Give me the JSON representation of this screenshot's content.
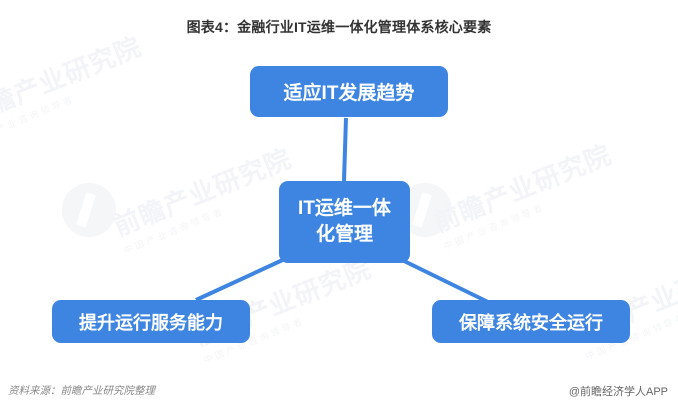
{
  "title": "图表4：金融行业IT运维一体化管理体系核心要素",
  "colors": {
    "node_blue": "#3d85e0",
    "connector_blue": "#3d85e0",
    "title_text": "#333333",
    "footer_text": "#888888",
    "background": "#ffffff"
  },
  "diagram": {
    "type": "hub-and-spoke",
    "center": {
      "id": "center",
      "label": "IT运维一体化管理",
      "line1": "IT运维一体",
      "line2": "化管理"
    },
    "nodes": [
      {
        "id": "top",
        "label": "适应IT发展趋势",
        "position": "top"
      },
      {
        "id": "bottom-left",
        "label": "提升运行服务能力",
        "position": "bottom-left"
      },
      {
        "id": "bottom-right",
        "label": "保障系统安全运行",
        "position": "bottom-right"
      }
    ],
    "connectors": [
      {
        "from": "top",
        "to": "center",
        "style": "straight-vertical"
      },
      {
        "from": "bottom-left",
        "to": "center",
        "style": "diagonal"
      },
      {
        "from": "bottom-right",
        "to": "center",
        "style": "diagonal"
      }
    ]
  },
  "watermark": {
    "brand": "前瞻产业研究院",
    "subtitle": "中国产业咨询领导者"
  },
  "footer": {
    "source": "资料来源：前瞻产业研究院整理",
    "brand": "@前瞻经济学人APP"
  }
}
